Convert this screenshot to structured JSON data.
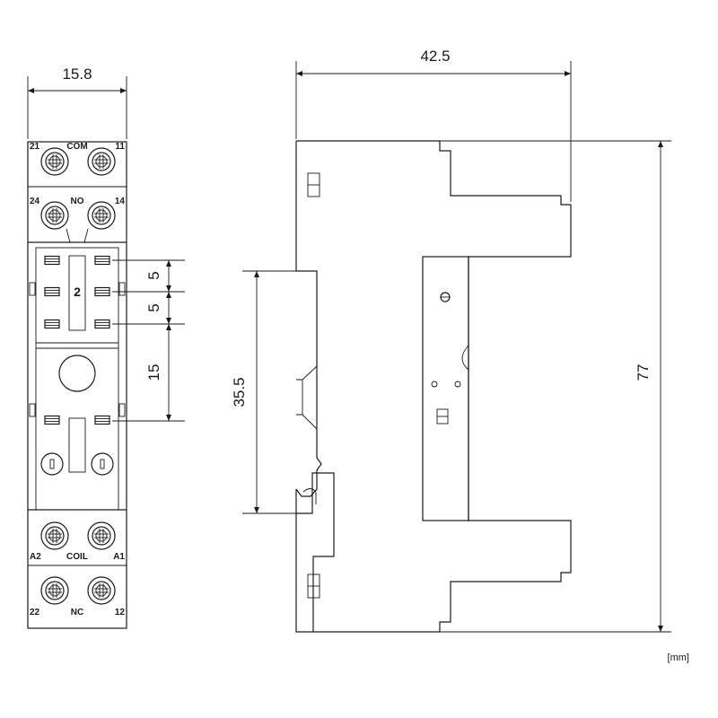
{
  "front_view": {
    "width_dim": "15.8",
    "spacing_dims": [
      "5",
      "5",
      "15"
    ],
    "slot_number": "2",
    "top_terminals": {
      "row1": {
        "left": "21",
        "center": "COM",
        "right": "11"
      },
      "row2": {
        "left": "24",
        "center": "NO",
        "right": "14"
      }
    },
    "bottom_terminals": {
      "row1": {
        "left": "A2",
        "center": "COIL",
        "right": "A1"
      },
      "row2": {
        "left": "22",
        "center": "NC",
        "right": "12"
      }
    }
  },
  "side_view": {
    "depth_dim": "42.5",
    "height_dim": "77",
    "rail_dim": "35.5"
  },
  "unit_label": "[mm]"
}
